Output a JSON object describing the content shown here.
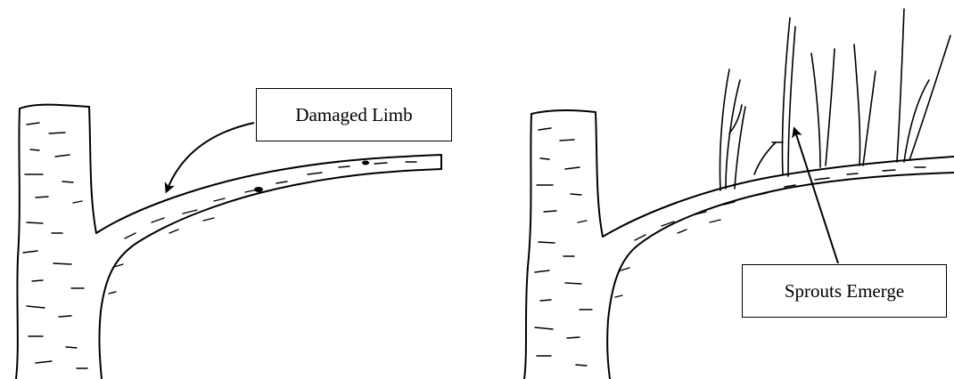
{
  "labels": {
    "damaged_limb": "Damaged Limb",
    "sprouts_emerge": "Sprouts Emerge"
  },
  "colors": {
    "ink": "#000000",
    "paper": "#ffffff"
  },
  "panels": [
    {
      "name": "before",
      "callout": "damaged_limb"
    },
    {
      "name": "after",
      "callout": "sprouts_emerge"
    }
  ]
}
